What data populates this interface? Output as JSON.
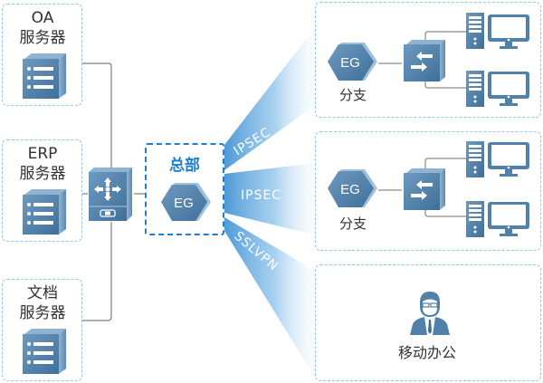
{
  "servers": [
    {
      "line1": "OA",
      "line2": "服务器"
    },
    {
      "line1": "ERP",
      "line2": "服务器"
    },
    {
      "line1": "文档",
      "line2": "服务器"
    }
  ],
  "headquarters": {
    "title": "总部",
    "device_label": "EG"
  },
  "tunnels": [
    "IPSEC",
    "IPSEC",
    "SSLVPN"
  ],
  "branches": [
    {
      "device_label": "EG",
      "name": "分支"
    },
    {
      "device_label": "EG",
      "name": "分支"
    }
  ],
  "mobile": {
    "name": "移动办公"
  },
  "colors": {
    "dash_border": "#8fc6ea",
    "hq_border": "#1e7fd2",
    "device_blue": "#4f81aa",
    "beam_blue": "#5aa6de"
  }
}
